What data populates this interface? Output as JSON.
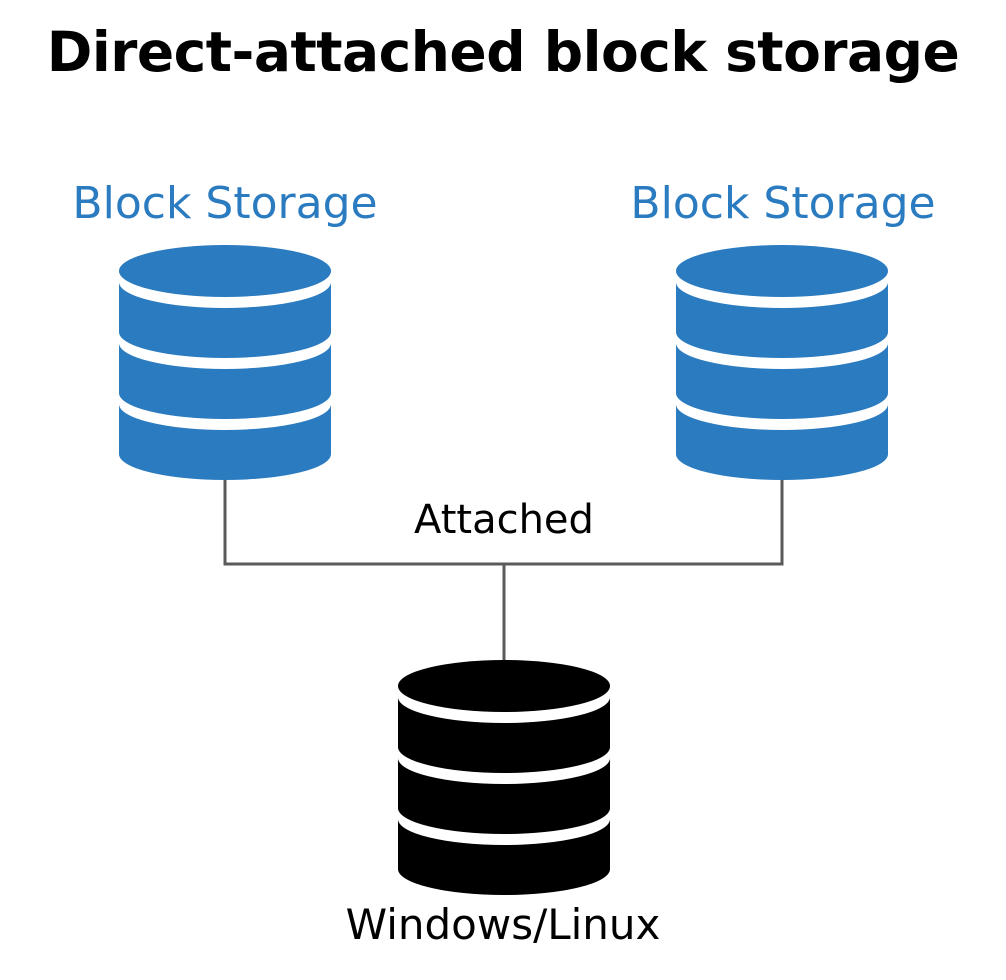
{
  "title": "Direct-attached block storage",
  "storage_nodes": [
    {
      "label": "Block Storage",
      "color": "#2b7bc0"
    },
    {
      "label": "Block Storage",
      "color": "#2b7bc0"
    }
  ],
  "connection_label": "Attached",
  "host": {
    "label": "Windows/Linux",
    "color": "#000000"
  },
  "connector_color": "#5a5a5a"
}
